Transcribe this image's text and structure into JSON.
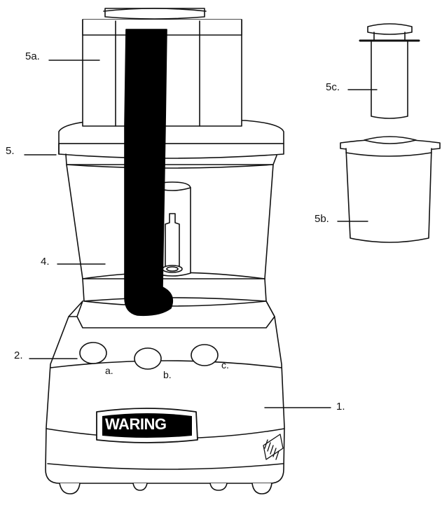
{
  "labels": {
    "part_1": "1.",
    "part_2": "2.",
    "part_4": "4.",
    "part_5": "5.",
    "part_5a": "5a.",
    "part_5b": "5b.",
    "part_5c": "5c.",
    "button_a": "a.",
    "button_b": "b.",
    "button_c": "c."
  },
  "brand": {
    "logo_text": "WARING"
  },
  "colors": {
    "outline": "#111111",
    "fill": "#ffffff",
    "feed_tube_black": "#000000"
  }
}
